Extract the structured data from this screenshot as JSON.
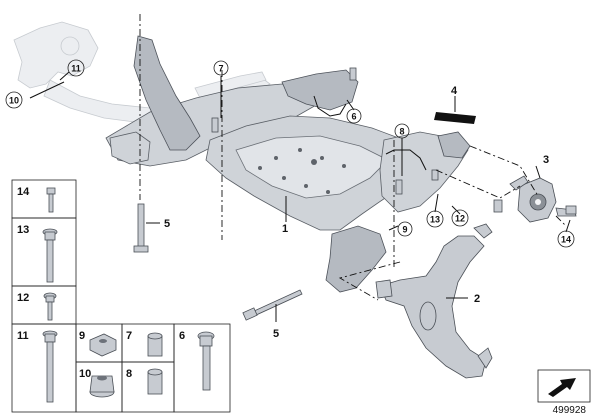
{
  "diagram": {
    "reference_number": "499928",
    "callouts": [
      "1",
      "2",
      "3",
      "4",
      "5",
      "5",
      "6",
      "7",
      "8",
      "9",
      "10",
      "11",
      "12",
      "13",
      "14"
    ],
    "legend_items": [
      "14",
      "13",
      "12",
      "11",
      "9",
      "7",
      "6",
      "10",
      "8"
    ]
  },
  "colors": {
    "line": "#111111",
    "part_fill": "#c7cbd1",
    "ghost_fill": "#eceef1"
  }
}
